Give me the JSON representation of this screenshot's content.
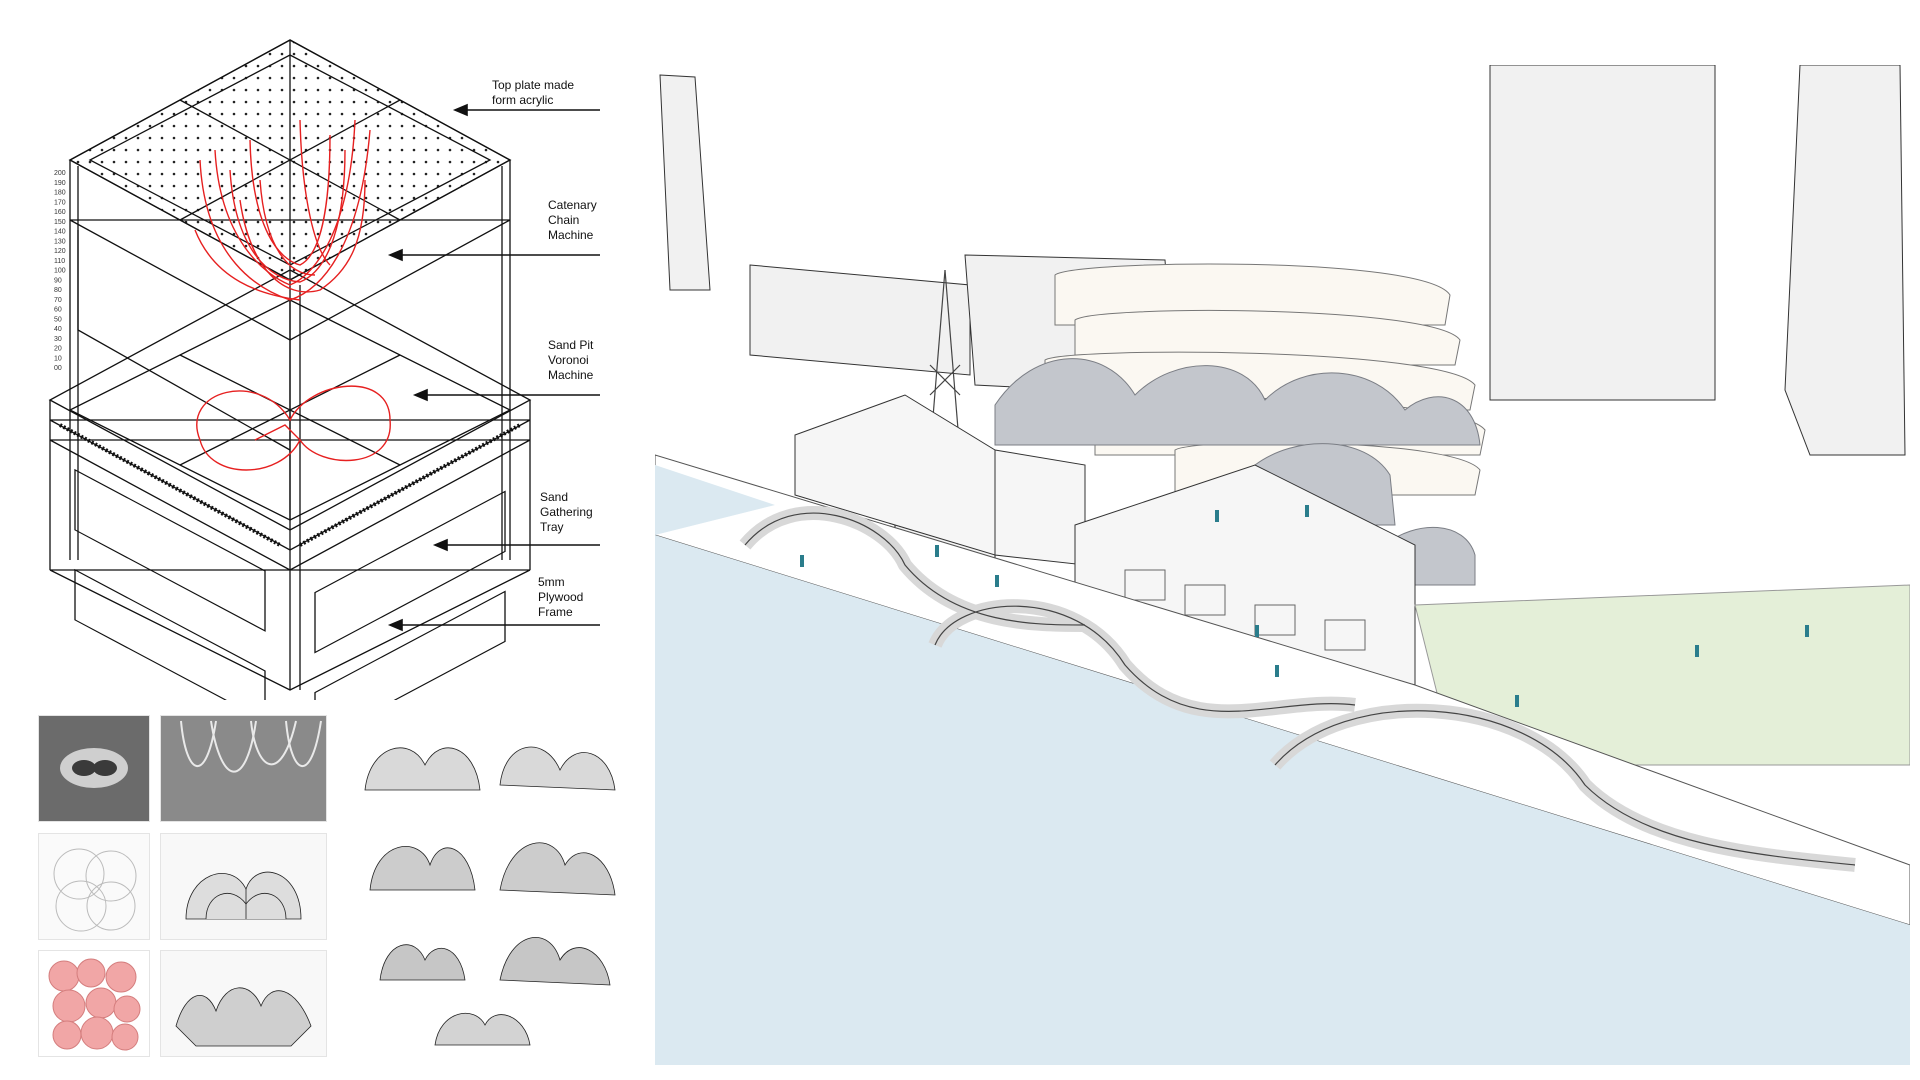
{
  "labels": {
    "top_plate": "Top plate made\nform acrylic",
    "catenary": "Catenary\nChain\nMachine",
    "sand_pit": "Sand Pit\nVoronoi\nMachine",
    "sand_tray": "Sand\nGathering\nTray",
    "plywood": "5mm\nPlywood\nFrame"
  },
  "ruler_ticks": [
    "200",
    "190",
    "180",
    "170",
    "160",
    "150",
    "140",
    "130",
    "120",
    "110",
    "100",
    "90",
    "80",
    "70",
    "60",
    "50",
    "40",
    "30",
    "20",
    "10",
    "00"
  ],
  "colors": {
    "line": "#111111",
    "catenary_red": "#e62020",
    "water": "#dbe9f1",
    "lawn": "#e4efd8",
    "people": "#2a7d8c",
    "shell": "#b9bcc2",
    "building": "#f4f4f4"
  }
}
